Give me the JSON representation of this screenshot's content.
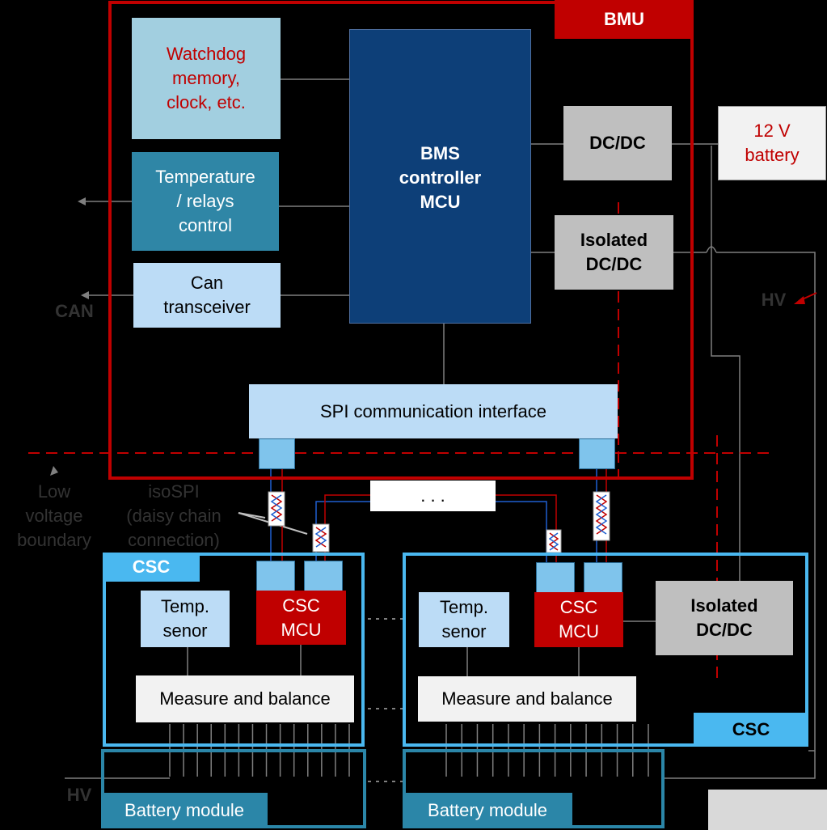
{
  "bmu": {
    "tag": "BMU",
    "watchdog": "Watchdog\nmemory,\nclock, etc.",
    "temperature": "Temperature\n/ relays\ncontrol",
    "can_transceiver": "Can\ntransceiver",
    "controller": "BMS\ncontroller\nMCU",
    "dcdc": "DC/DC",
    "isolated_dcdc": "Isolated\nDC/DC",
    "spi": "SPI communication interface"
  },
  "external": {
    "battery_12v": "12 V\nbattery",
    "can": "CAN",
    "hv_top": "HV",
    "hv_bottom": "HV",
    "low_voltage_boundary": "Low\nvoltage\nboundary",
    "isospi": "isoSPI\n(daisy chain\nconnection)",
    "ellipsis": ". . ."
  },
  "csc_left": {
    "tag": "CSC",
    "temp_sensor": "Temp.\nsenor",
    "mcu": "CSC\nMCU",
    "measure": "Measure and balance",
    "battery_module": "Battery module"
  },
  "csc_right": {
    "tag": "CSC",
    "temp_sensor": "Temp.\nsenor",
    "mcu": "CSC\nMCU",
    "measure": "Measure and balance",
    "isolated_dcdc": "Isolated\nDC/DC",
    "battery_module": "Battery module"
  },
  "colors": {
    "bmu_red": "#c00000",
    "csc_blue": "#4ab8f0",
    "module_teal": "#2b86a8",
    "controller_navy": "#0d3f78",
    "temp_teal": "#2f86a6",
    "light_blue": "#bcdcf6",
    "watchdog_blue": "#a2cfe0",
    "gray": "#bfbfbf",
    "text_red": "#c00000",
    "line_gray": "#7f7f7f"
  }
}
